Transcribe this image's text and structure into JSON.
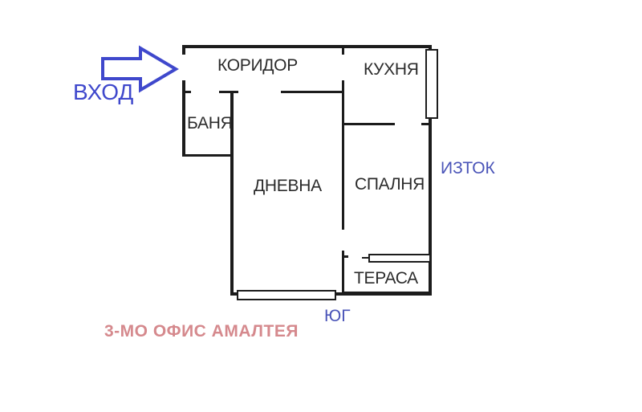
{
  "plan": {
    "entrance_label": "ВХОД",
    "rooms": {
      "corridor": "КОРИДОР",
      "kitchen": "КУХНЯ",
      "bathroom": "БАНЯ",
      "living_room": "ДНЕВНА",
      "bedroom": "СПАЛНЯ",
      "terrace": "ТЕРАСА"
    },
    "compass": {
      "east": "ИЗТОК",
      "south": "ЮГ"
    },
    "watermark": "3-МО ОФИС АМАЛТЕЯ",
    "colors": {
      "walls": "#1c1c1c",
      "room_text": "#2b2b2b",
      "entrance_blue": "#3f48cc",
      "compass_blue": "#4a54b8",
      "watermark_pink": "#d5898d",
      "background": "#ffffff"
    }
  }
}
